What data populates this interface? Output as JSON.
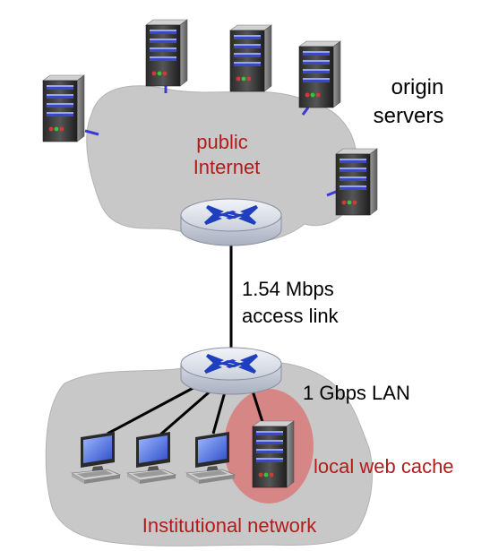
{
  "labels": {
    "origin_servers_line1": "origin",
    "origin_servers_line2": "servers",
    "public_internet_line1": "public",
    "public_internet_line2": "Internet",
    "access_link_line1": "1.54 Mbps",
    "access_link_line2": "access link",
    "lan": "1 Gbps LAN",
    "local_cache": "local web cache",
    "institutional_network": "Institutional network"
  },
  "colors": {
    "cloud_fill": "#c8c8c8",
    "cloud_stroke": "#b3b3b3",
    "label_red": "#b31b1b",
    "label_black": "#000000",
    "cache_highlight": "#d97a7a",
    "link_line": "#000000",
    "server_link": "#3a3ad6",
    "router_body": "#d9dde6",
    "router_arrows": "#1f3fbf"
  },
  "icons": [
    "server-icon",
    "router-icon",
    "desktop-computer-icon"
  ]
}
